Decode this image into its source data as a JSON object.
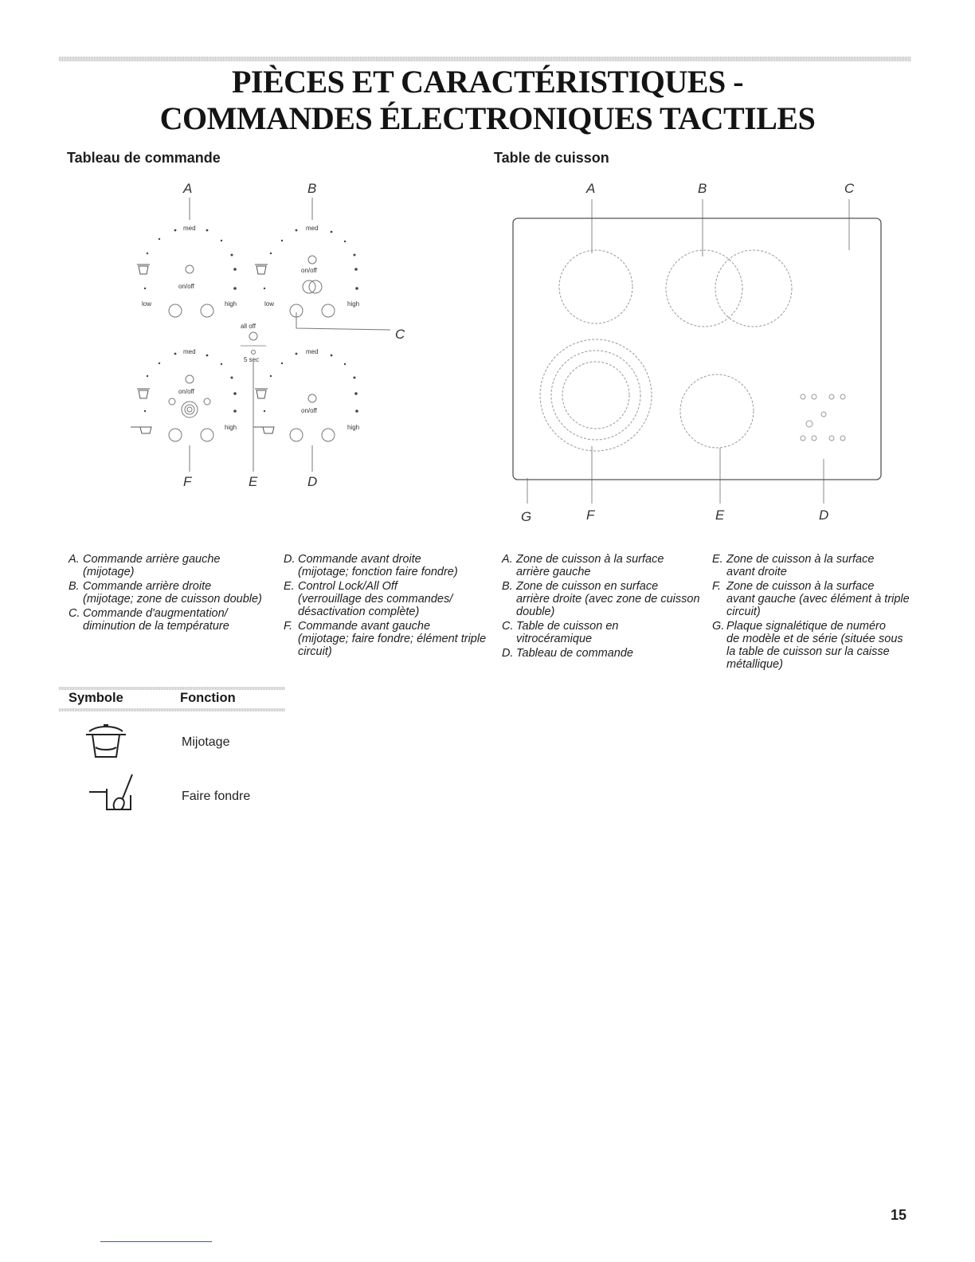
{
  "page": {
    "title_line1": "PIÈCES ET CARACTÉRISTIQUES -",
    "title_line2": "COMMANDES ÉLECTRONIQUES TACTILES",
    "page_number": "15"
  },
  "control_panel": {
    "heading": "Tableau de commande",
    "letters": {
      "A": "A",
      "B": "B",
      "C": "C",
      "D": "D",
      "E": "E",
      "F": "F"
    },
    "labels": {
      "med": "med",
      "on_off": "on/off",
      "low": "low",
      "high": "high",
      "all_off": "all off",
      "five_sec": "5 sec"
    },
    "legend": [
      {
        "key": "A.",
        "text": "Commande arrière gauche",
        "cont": "(mijotage)"
      },
      {
        "key": "B.",
        "text": "Commande arrière droite",
        "cont": "(mijotage; zone de cuisson double)"
      },
      {
        "key": "C.",
        "text": "Commande d'augmentation/",
        "cont": "diminution de la température"
      },
      {
        "key": "D.",
        "text": "Commande avant droite",
        "cont": "(mijotage; fonction faire fondre)"
      },
      {
        "key": "E.",
        "text": "Control Lock/All Off",
        "cont": "(verrouillage des commandes/ désactivation complète)"
      },
      {
        "key": "F.",
        "text": "Commande avant gauche",
        "cont": "(mijotage; faire fondre; élément triple circuit)"
      }
    ]
  },
  "cooktop": {
    "heading": "Table de cuisson",
    "letters": {
      "A": "A",
      "B": "B",
      "C": "C",
      "D": "D",
      "E": "E",
      "F": "F",
      "G": "G"
    },
    "legend": [
      {
        "key": "A.",
        "text": "Zone de cuisson à la surface",
        "cont": "arrière gauche"
      },
      {
        "key": "B.",
        "text": "Zone de cuisson en surface",
        "cont": "arrière droite (avec zone de cuisson double)"
      },
      {
        "key": "C.",
        "text": "Table de cuisson en",
        "cont": "vitrocéramique"
      },
      {
        "key": "D.",
        "text": "Tableau de commande",
        "cont": ""
      },
      {
        "key": "E.",
        "text": "Zone de cuisson à la surface",
        "cont": "avant droite"
      },
      {
        "key": "F.",
        "text": "Zone de cuisson à la surface",
        "cont": "avant gauche (avec élément à triple circuit)"
      },
      {
        "key": "G.",
        "text": "Plaque signalétique de numéro",
        "cont": "de modèle et de série (située sous la table de cuisson sur la caisse métallique)"
      }
    ]
  },
  "symbols_table": {
    "header_symbol": "Symbole",
    "header_function": "Fonction",
    "rows": [
      {
        "icon": "simmer-pot-icon",
        "label": "Mijotage"
      },
      {
        "icon": "melt-pan-icon",
        "label": "Faire fondre"
      }
    ]
  }
}
